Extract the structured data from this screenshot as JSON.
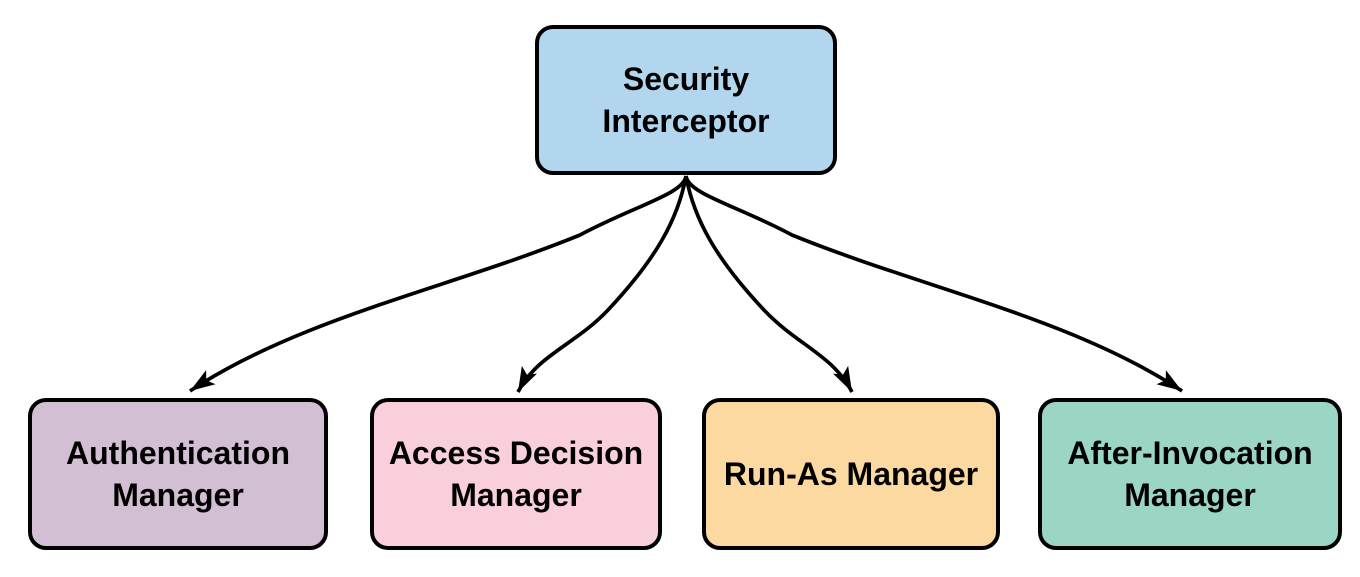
{
  "diagram": {
    "background": "#FFFFFF",
    "edge_color": "#000000",
    "border_color": "#000000",
    "text_color": "#000000",
    "nodes": [
      {
        "name": "security-interceptor",
        "label": "Security\nInterceptor",
        "fill": "#B2D6EE"
      },
      {
        "name": "authentication-manager",
        "label": "Authentication\nManager",
        "fill": "#D2BFD3"
      },
      {
        "name": "access-decision-manager",
        "label": "Access Decision\nManager",
        "fill": "#F9CFDC"
      },
      {
        "name": "run-as-manager",
        "label": "Run-As Manager",
        "fill": "#FCD9A0"
      },
      {
        "name": "after-invocation-manager",
        "label": "After-Invocation\nManager",
        "fill": "#9AD5C6"
      }
    ],
    "edges": [
      {
        "from": "Security Interceptor",
        "to": "Authentication Manager"
      },
      {
        "from": "Security Interceptor",
        "to": "Access Decision Manager"
      },
      {
        "from": "Security Interceptor",
        "to": "Run-As Manager"
      },
      {
        "from": "Security Interceptor",
        "to": "After-Invocation Manager"
      }
    ]
  }
}
